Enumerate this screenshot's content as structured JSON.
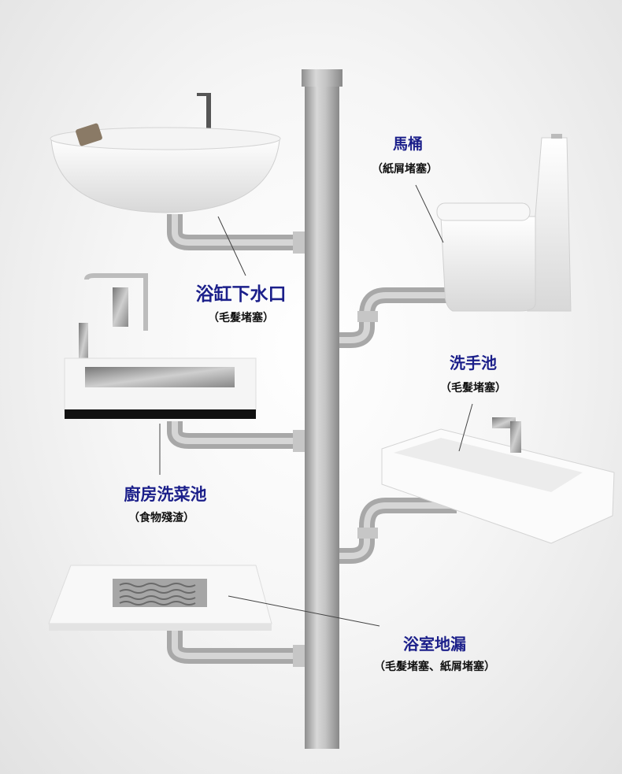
{
  "fixtures": [
    {
      "name": "浴缸下水口",
      "cause": "（毛髮堵塞）"
    },
    {
      "name": "馬桶",
      "cause": "（紙屑堵塞）"
    },
    {
      "name": "洗手池",
      "cause": "（毛髮堵塞）"
    },
    {
      "name": "廚房洗菜池",
      "cause": "（食物殘渣）"
    },
    {
      "name": "浴室地漏",
      "cause": "（毛髮堵塞、紙屑堵塞）"
    }
  ],
  "colors": {
    "label": "#1b1f8a",
    "pipe": "#b4b4b4",
    "text": "#111111"
  }
}
